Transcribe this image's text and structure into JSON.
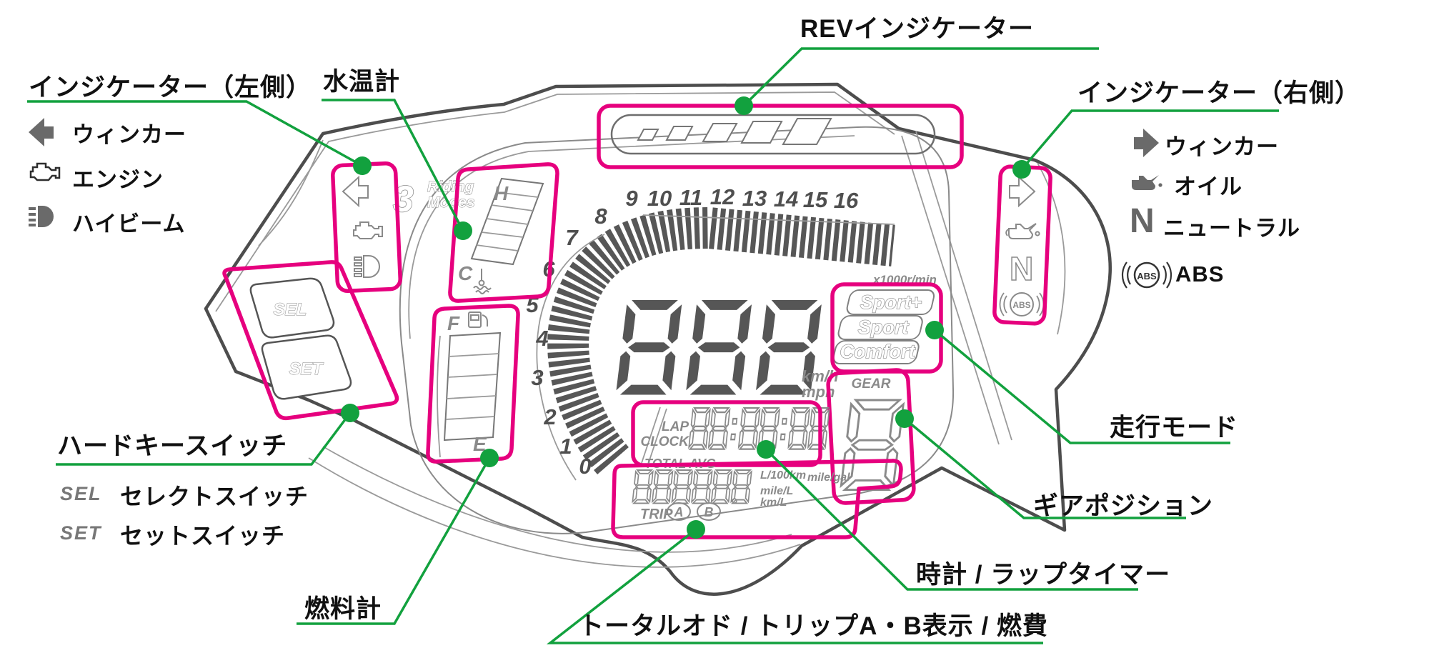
{
  "callouts": {
    "rev": {
      "label": "REVインジケーター"
    },
    "indicators_left": {
      "label": "インジケーター（左側）",
      "items": [
        {
          "icon": "turn-left-icon",
          "label": "ウィンカー"
        },
        {
          "icon": "engine-icon",
          "label": "エンジン"
        },
        {
          "icon": "high-beam-icon",
          "label": "ハイビーム"
        }
      ]
    },
    "water_temp": {
      "label": "水温計"
    },
    "indicators_right": {
      "label": "インジケーター（右側）",
      "items": [
        {
          "icon": "turn-right-icon",
          "label": "ウィンカー"
        },
        {
          "icon": "oil-icon",
          "label": "オイル"
        },
        {
          "icon": "neutral-icon",
          "symbol": "N",
          "label": "ニュートラル"
        },
        {
          "icon": "abs-icon",
          "symbol": "ABS",
          "label": "ABS"
        }
      ]
    },
    "hard_key": {
      "label": "ハードキースイッチ",
      "items": [
        {
          "symbol": "SEL",
          "label": "セレクトスイッチ"
        },
        {
          "symbol": "SET",
          "label": "セットスイッチ"
        }
      ]
    },
    "fuel": {
      "label": "燃料計"
    },
    "riding_mode": {
      "label": "走行モード"
    },
    "gear_position": {
      "label": "ギアポジション"
    },
    "clock": {
      "label": "時計 / ラップタイマー"
    },
    "odo": {
      "label": "トータルオド / トリップA・B表示 / 燃費"
    }
  },
  "cluster": {
    "logo": {
      "number": "3",
      "line1": "Riding",
      "line2": "Modes"
    },
    "tach": {
      "labels": [
        "0",
        "1",
        "2",
        "3",
        "4",
        "5",
        "6",
        "7",
        "8",
        "9",
        "10",
        "11",
        "12",
        "13",
        "14",
        "15",
        "16"
      ],
      "unit": "x1000r/min"
    },
    "speed": {
      "value": "888",
      "unit1": "km/h",
      "unit2": "mph"
    },
    "modes": [
      "Sport+",
      "Sport",
      "Comfort"
    ],
    "gear": {
      "label": "GEAR",
      "value": "8"
    },
    "clock": {
      "label1": "LAP",
      "label2": "CLOCK",
      "value": "88:88:88"
    },
    "trip": {
      "heading": "TOTAL AVG",
      "value": "888888",
      "label": "TRIP",
      "buttons": [
        "A",
        "B"
      ],
      "units": [
        "L/100km",
        "mile/gal",
        "mile/L",
        "km/L"
      ]
    },
    "water": {
      "high": "H",
      "low": "C"
    },
    "fuel": {
      "full": "F",
      "empty": "E"
    },
    "buttons": [
      "SEL",
      "SET"
    ]
  },
  "colors": {
    "highlight": "#e6007e",
    "callout": "#12a13e",
    "lcd": "#565656",
    "label": "#111111"
  }
}
